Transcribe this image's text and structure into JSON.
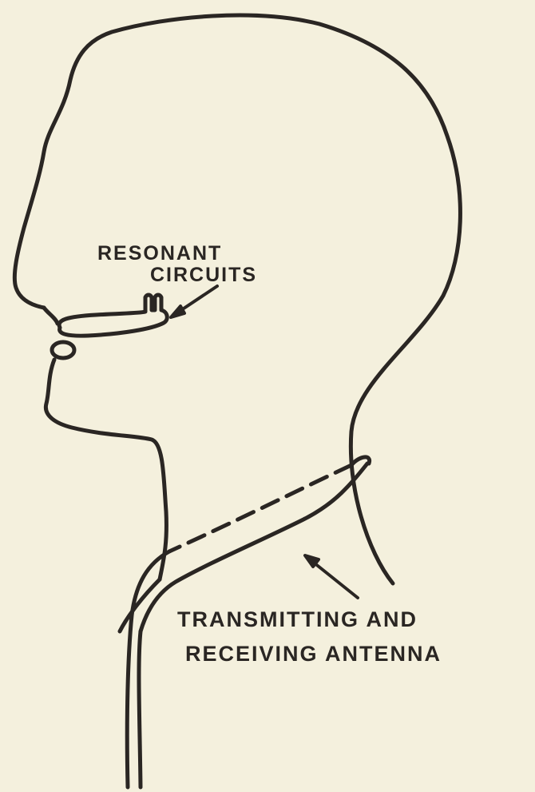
{
  "labels": {
    "resonant_line1": "RESONANT",
    "resonant_line2": "CIRCUITS",
    "antenna_line1": "TRANSMITTING AND",
    "antenna_line2": "RECEIVING ANTENNA"
  },
  "colors": {
    "paper": "#f4f0dd",
    "ink": "#2a2623"
  }
}
